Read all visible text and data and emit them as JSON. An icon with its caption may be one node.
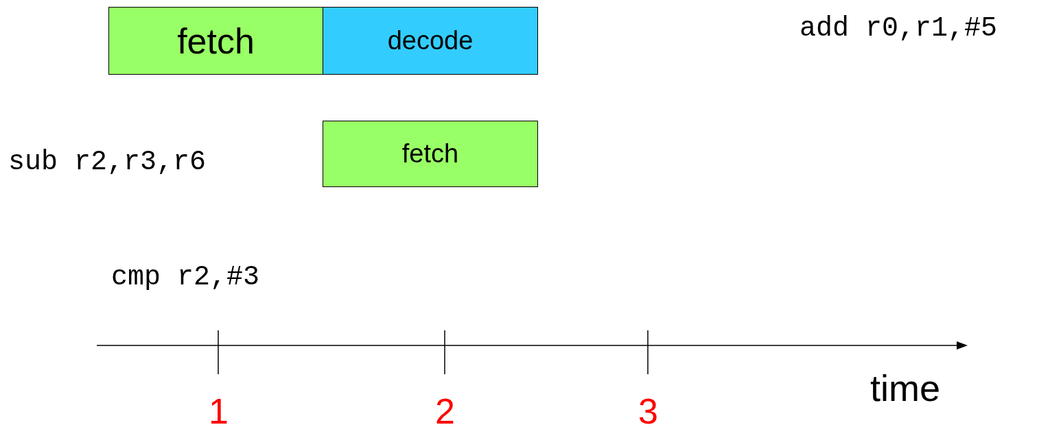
{
  "diagram": {
    "nodes": [
      {
        "text": [
          "fetch"
        ]
      },
      {
        "text": [
          "decode"
        ]
      },
      {
        "text": [
          "fetch"
        ]
      }
    ],
    "edges": [],
    "labels": [
      "add r0,r1,#5",
      "sub r2,r3,r6",
      "cmp r2,#3",
      "time",
      "1",
      "2",
      "3"
    ]
  }
}
